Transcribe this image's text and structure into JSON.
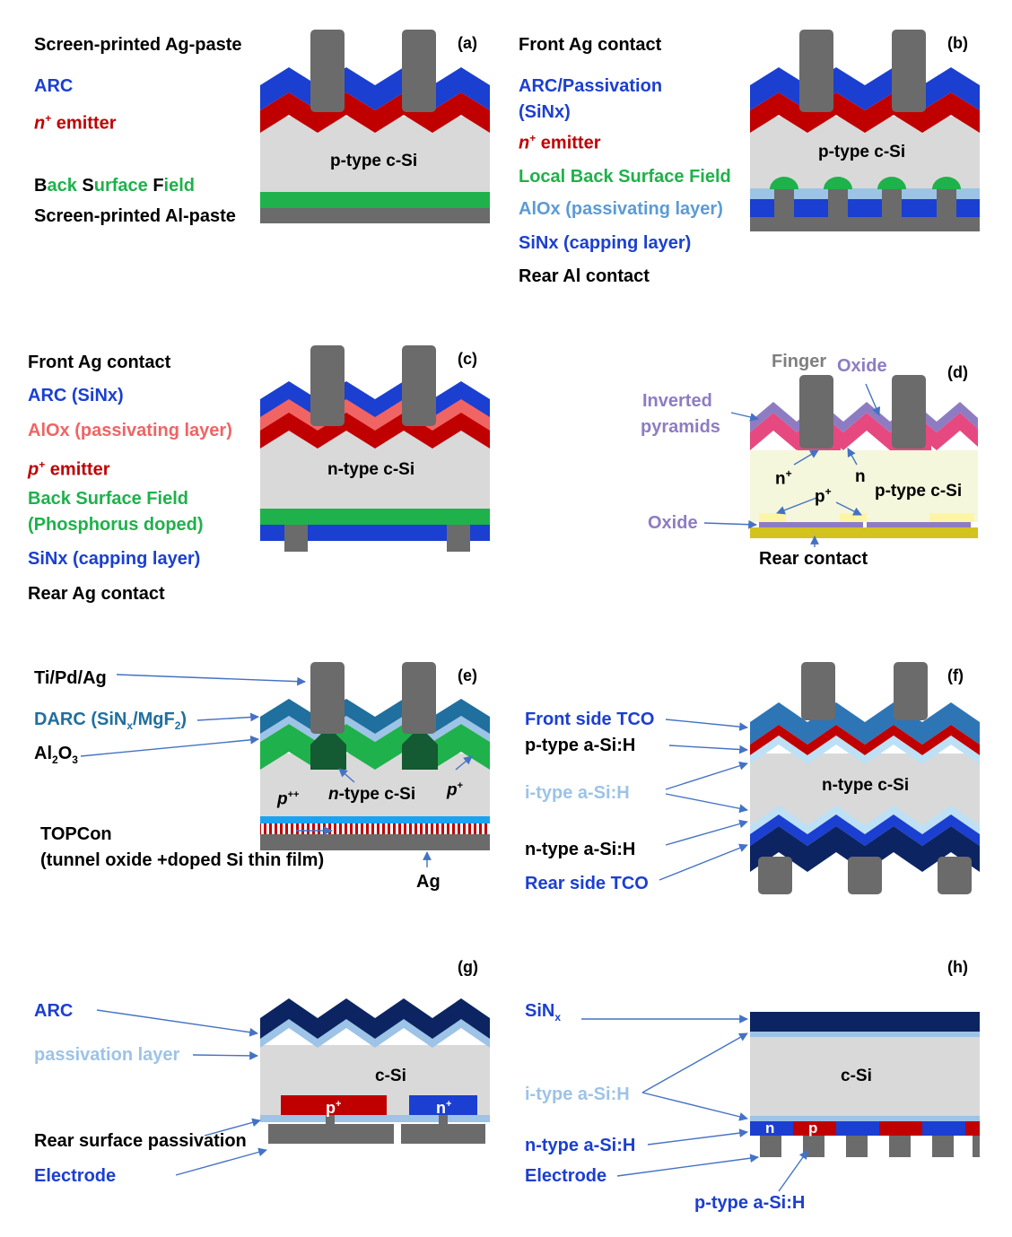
{
  "colors": {
    "silver": "#6b6b6b",
    "blue": "#1b3fd1",
    "red": "#c00000",
    "gray_si": "#d9d9d9",
    "green": "#1fb14b",
    "light_blue": "#9dc3e6",
    "dark_navy": "#0c2461",
    "teal": "#1f6f9f",
    "salmon": "#f06464",
    "purple": "#8e7cc3",
    "pale_yellow": "#f4f7dc",
    "gold": "#d4c21e",
    "tco_blue": "#2e75b6",
    "arrow": "#4472c4"
  },
  "panels": {
    "a": {
      "tag": "(a)",
      "labels": [
        "Screen-printed Ag-paste",
        "ARC",
        "emitter",
        "Back Surface Field",
        "Screen-printed Al-paste"
      ],
      "n_plus": "n",
      "sup_plus": "+",
      "bsf_initials": [
        "B",
        "S",
        "F"
      ],
      "bsf_rest": [
        "ack ",
        "urface ",
        "ield"
      ],
      "substrate": "p-type c-Si"
    },
    "b": {
      "tag": "(b)",
      "labels": [
        "Front Ag contact",
        "ARC/Passivation",
        "(SiNx)",
        "emitter",
        "Local Back Surface Field",
        "AlOx (passivating layer)",
        "SiNx (capping layer)",
        "Rear Al contact"
      ],
      "n_plus": "n",
      "sup_plus": "+",
      "substrate": "p-type c-Si"
    },
    "c": {
      "tag": "(c)",
      "labels": [
        "Front Ag contact",
        "ARC (SiNx)",
        "AlOx (passivating layer)",
        "emitter",
        "Back Surface Field",
        "(Phosphorus doped)",
        "SiNx (capping layer)",
        "Rear Ag contact"
      ],
      "p_plus": "p",
      "sup_plus": "+",
      "substrate": "n-type c-Si"
    },
    "d": {
      "tag": "(d)",
      "labels": [
        "Finger",
        "Oxide",
        "Inverted",
        "pyramids",
        "n",
        "n",
        "p",
        "p-type c-Si",
        "Oxide",
        "Rear contact"
      ],
      "sup_plus": "+"
    },
    "e": {
      "tag": "(e)",
      "labels": [
        "Ti/Pd/Ag",
        "DARC (SiN",
        "/MgF",
        ")",
        "Al",
        "O",
        "TOPCon",
        "(tunnel oxide +doped Si thin film)",
        "Ag",
        "p",
        "n",
        "-type c-Si",
        "p"
      ],
      "subs": [
        "x",
        "2",
        "2",
        "3"
      ],
      "sups": [
        "++",
        "+"
      ]
    },
    "f": {
      "tag": "(f)",
      "labels": [
        "Front side TCO",
        "p-type a-Si:H",
        "i-type a-Si:H",
        "n-type a-Si:H",
        "Rear side TCO"
      ],
      "substrate": "n-type c-Si"
    },
    "g": {
      "tag": "(g)",
      "labels": [
        "ARC",
        "passivation layer",
        "Rear surface passivation",
        "Electrode",
        "p",
        "n"
      ],
      "sup_plus": "+",
      "substrate": "c-Si"
    },
    "h": {
      "tag": "(h)",
      "labels": [
        "SiN",
        "i-type a-Si:H",
        "n-type a-Si:H",
        "Electrode",
        "p-type a-Si:H",
        "n",
        "p"
      ],
      "sub_x": "x",
      "substrate": "c-Si"
    }
  }
}
